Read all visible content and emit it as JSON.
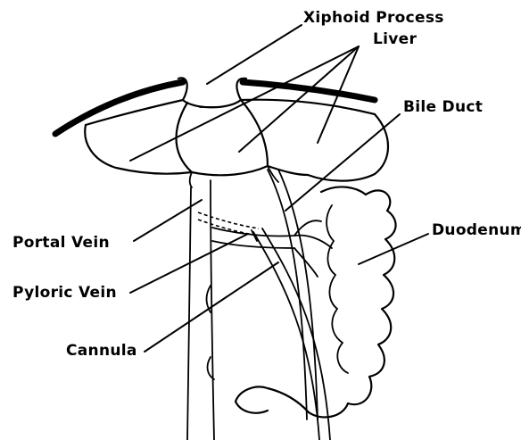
{
  "labels": {
    "xiphoid_process": "Xiphoid Process",
    "liver": "Liver",
    "bile_duct": "Bile Duct",
    "portal_vein": "Portal Vein",
    "duodenum": "Duodenum",
    "pyloric_vein": "Pyloric Vein",
    "cannula": "Cannula"
  }
}
